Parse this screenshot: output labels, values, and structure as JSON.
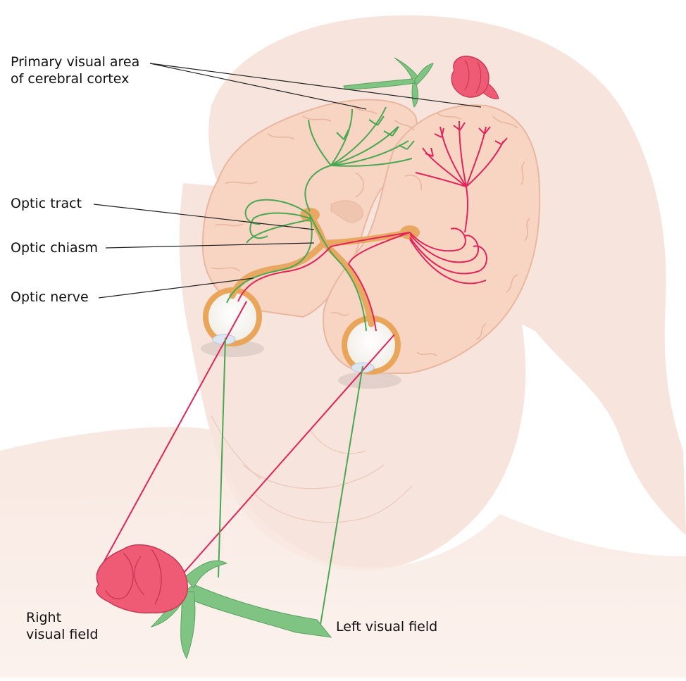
{
  "labels": {
    "primary_visual_area": {
      "line1": "Primary visual area",
      "line2": "of cerebral cortex"
    },
    "optic_tract": "Optic tract",
    "optic_chiasm": "Optic chiasm",
    "optic_nerve": "Optic nerve",
    "right_visual_field": {
      "line1": "Right",
      "line2": "visual field"
    },
    "left_visual_field": "Left visual field"
  },
  "colors": {
    "skin": "#f7e4dc",
    "brain": "#f7d5c2",
    "brain_fold": "#e9b79f",
    "eye_ring": "#e9a65a",
    "nucleus": "#e8a862",
    "right_field_pathway": "#e2245a",
    "left_field_pathway": "#4aa852",
    "rose": "#ef5a74",
    "stem": "#7fc483"
  }
}
